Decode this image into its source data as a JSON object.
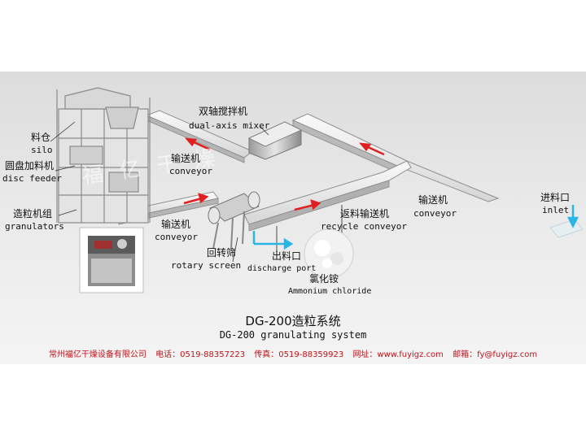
{
  "labels": {
    "silo_cn": "料仓",
    "silo_en": "silo",
    "disc_cn": "圆盘加料机",
    "disc_en": "disc feeder",
    "gran_cn": "造粒机组",
    "gran_en": "granulators",
    "mixer_cn": "双轴搅拌机",
    "mixer_en": "dual-axis mixer",
    "conv1_cn": "输送机",
    "conv1_en": "conveyor",
    "conv2_cn": "输送机",
    "conv2_en": "conveyor",
    "conv3_cn": "输送机",
    "conv3_en": "conveyor",
    "recycle_cn": "返料输送机",
    "recycle_en": "recycle conveyor",
    "rotary_cn": "回转筛",
    "rotary_en": "rotary screen",
    "discharge_cn": "出料口",
    "discharge_en": "discharge port",
    "ammonium_cn": "氯化铵",
    "ammonium_en": "Ammonium chloride",
    "inlet_cn": "进料口",
    "inlet_en": "inlet"
  },
  "title": {
    "cn": "DG-200造粒系统",
    "en": "DG-200 granulating system"
  },
  "footer": {
    "company": "常州福亿干燥设备有限公司",
    "phone": "电话：0519-88357223",
    "fax": "传真：0519-88359923",
    "web": "网址：www.fuyigz.com",
    "email": "邮箱：fy@fuyigz.com"
  },
  "watermark": "福 亿 干 燥",
  "colors": {
    "flow_arrow": "#e02020",
    "inlet_arrow": "#29b6e6",
    "footer_text": "#c0141b"
  }
}
